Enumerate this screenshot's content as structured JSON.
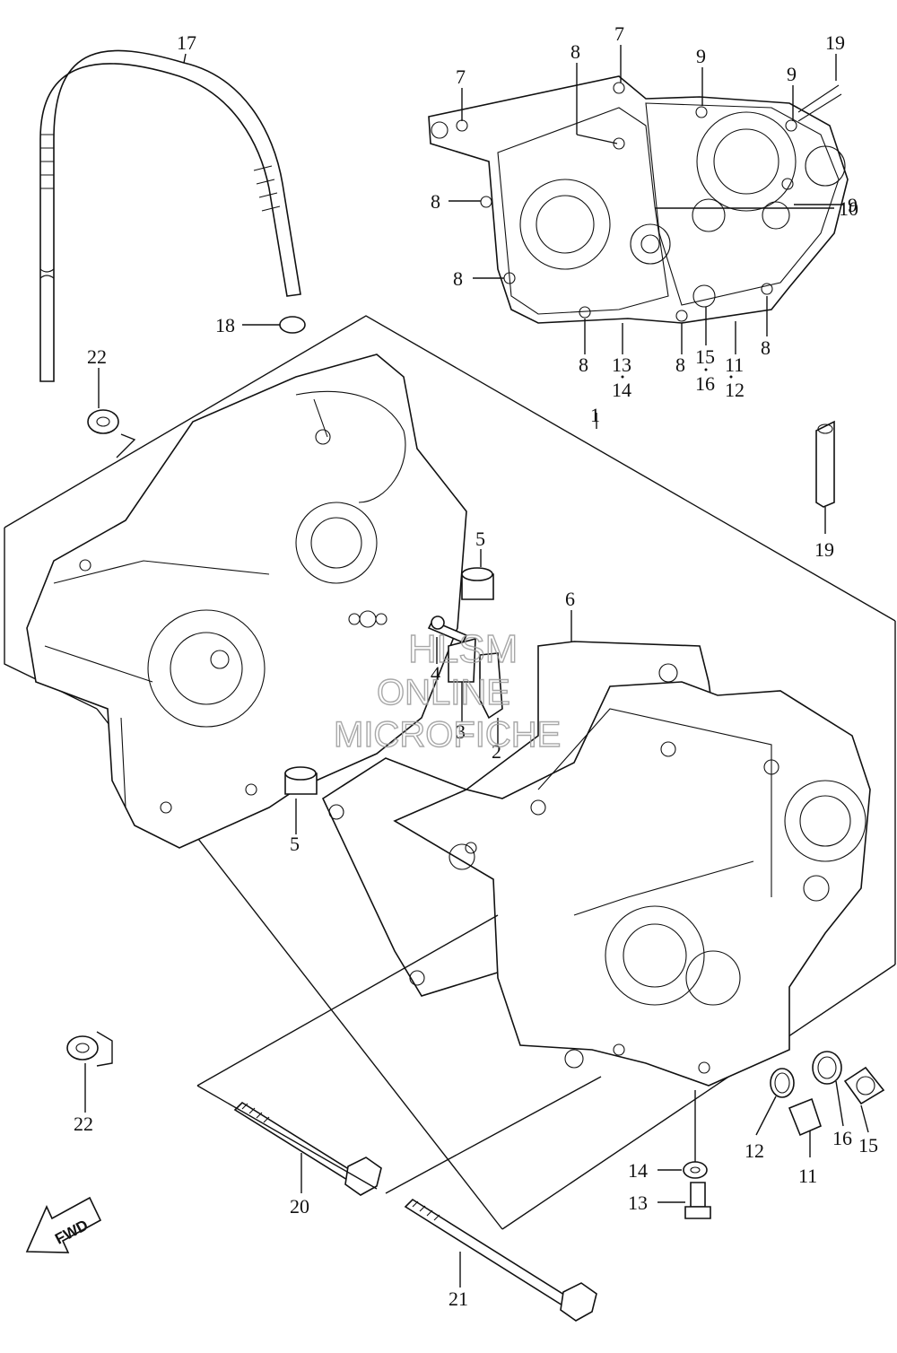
{
  "callouts": {
    "c17": "17",
    "c7a": "7",
    "c7b": "7",
    "c8a": "8",
    "c9a": "9",
    "c9b": "9",
    "c19a": "19",
    "c8b": "8",
    "c9c": "9",
    "c10": "10",
    "c8c": "8",
    "c8d": "8",
    "c13a": "13",
    "c14a": "14",
    "c8e": "8",
    "c15a": "15",
    "c16a": "16",
    "c11a": "11",
    "c12a": "12",
    "c8f": "8",
    "c18": "18",
    "c22a": "22",
    "c1": "1",
    "c19b": "19",
    "c5a": "5",
    "c6": "6",
    "c4": "4",
    "c3": "3",
    "c2": "2",
    "c5b": "5",
    "c22b": "22",
    "c20": "20",
    "c21": "21",
    "c14b": "14",
    "c13b": "13",
    "c12b": "12",
    "c11b": "11",
    "c16b": "16",
    "c15b": "15"
  },
  "fwd_label": "FWD",
  "watermark": {
    "line1": "HLSM",
    "line2": "ONLINE",
    "line3": "MICROFICHE"
  }
}
